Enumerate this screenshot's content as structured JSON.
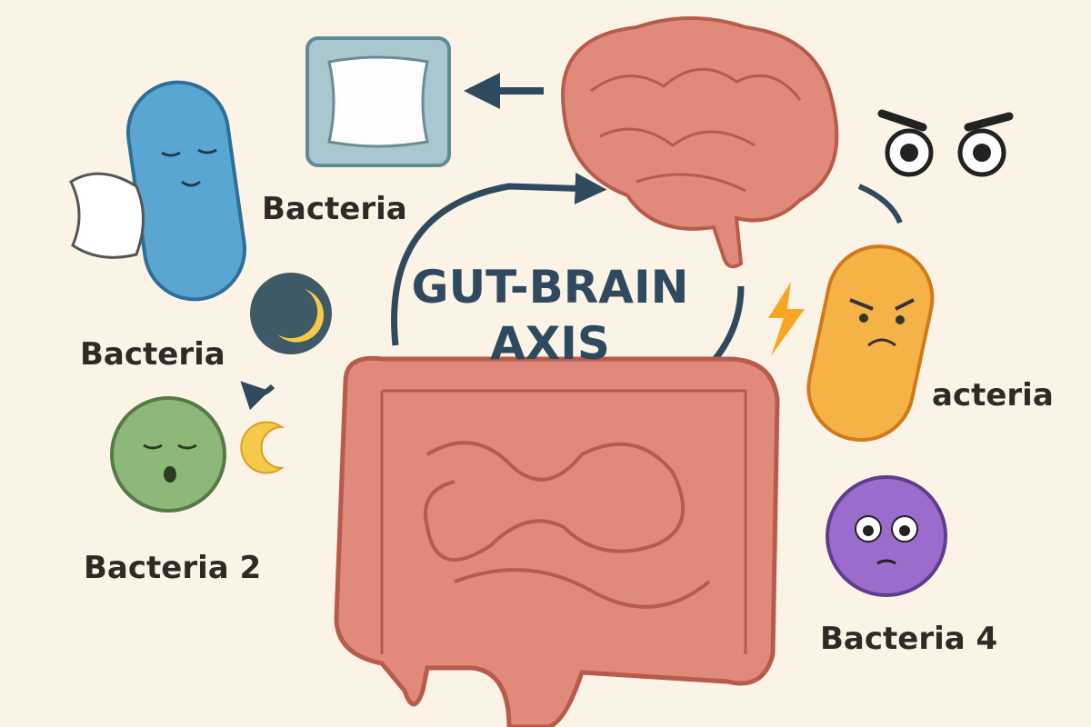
{
  "title": {
    "line1": "GUT-BRAIN",
    "line2": "AXIS"
  },
  "labels": {
    "top_bacteria": "Bacteria",
    "left_bacteria": "Bacteria",
    "bacteria_2": "Bacteria 2",
    "right_bacteria": "acteria",
    "bacteria_4": "Bacteria 4"
  },
  "colors": {
    "background": "#fbf4e6",
    "organ": "#e08a7c",
    "organ_outline": "#b85a4c",
    "arrow": "#2f4a5e",
    "blue_bacteria": "#5aa6d2",
    "green_bacteria": "#8db87a",
    "orange_bacteria": "#f5b247",
    "purple_bacteria": "#9a6ccc",
    "moon": "#f7c948"
  }
}
